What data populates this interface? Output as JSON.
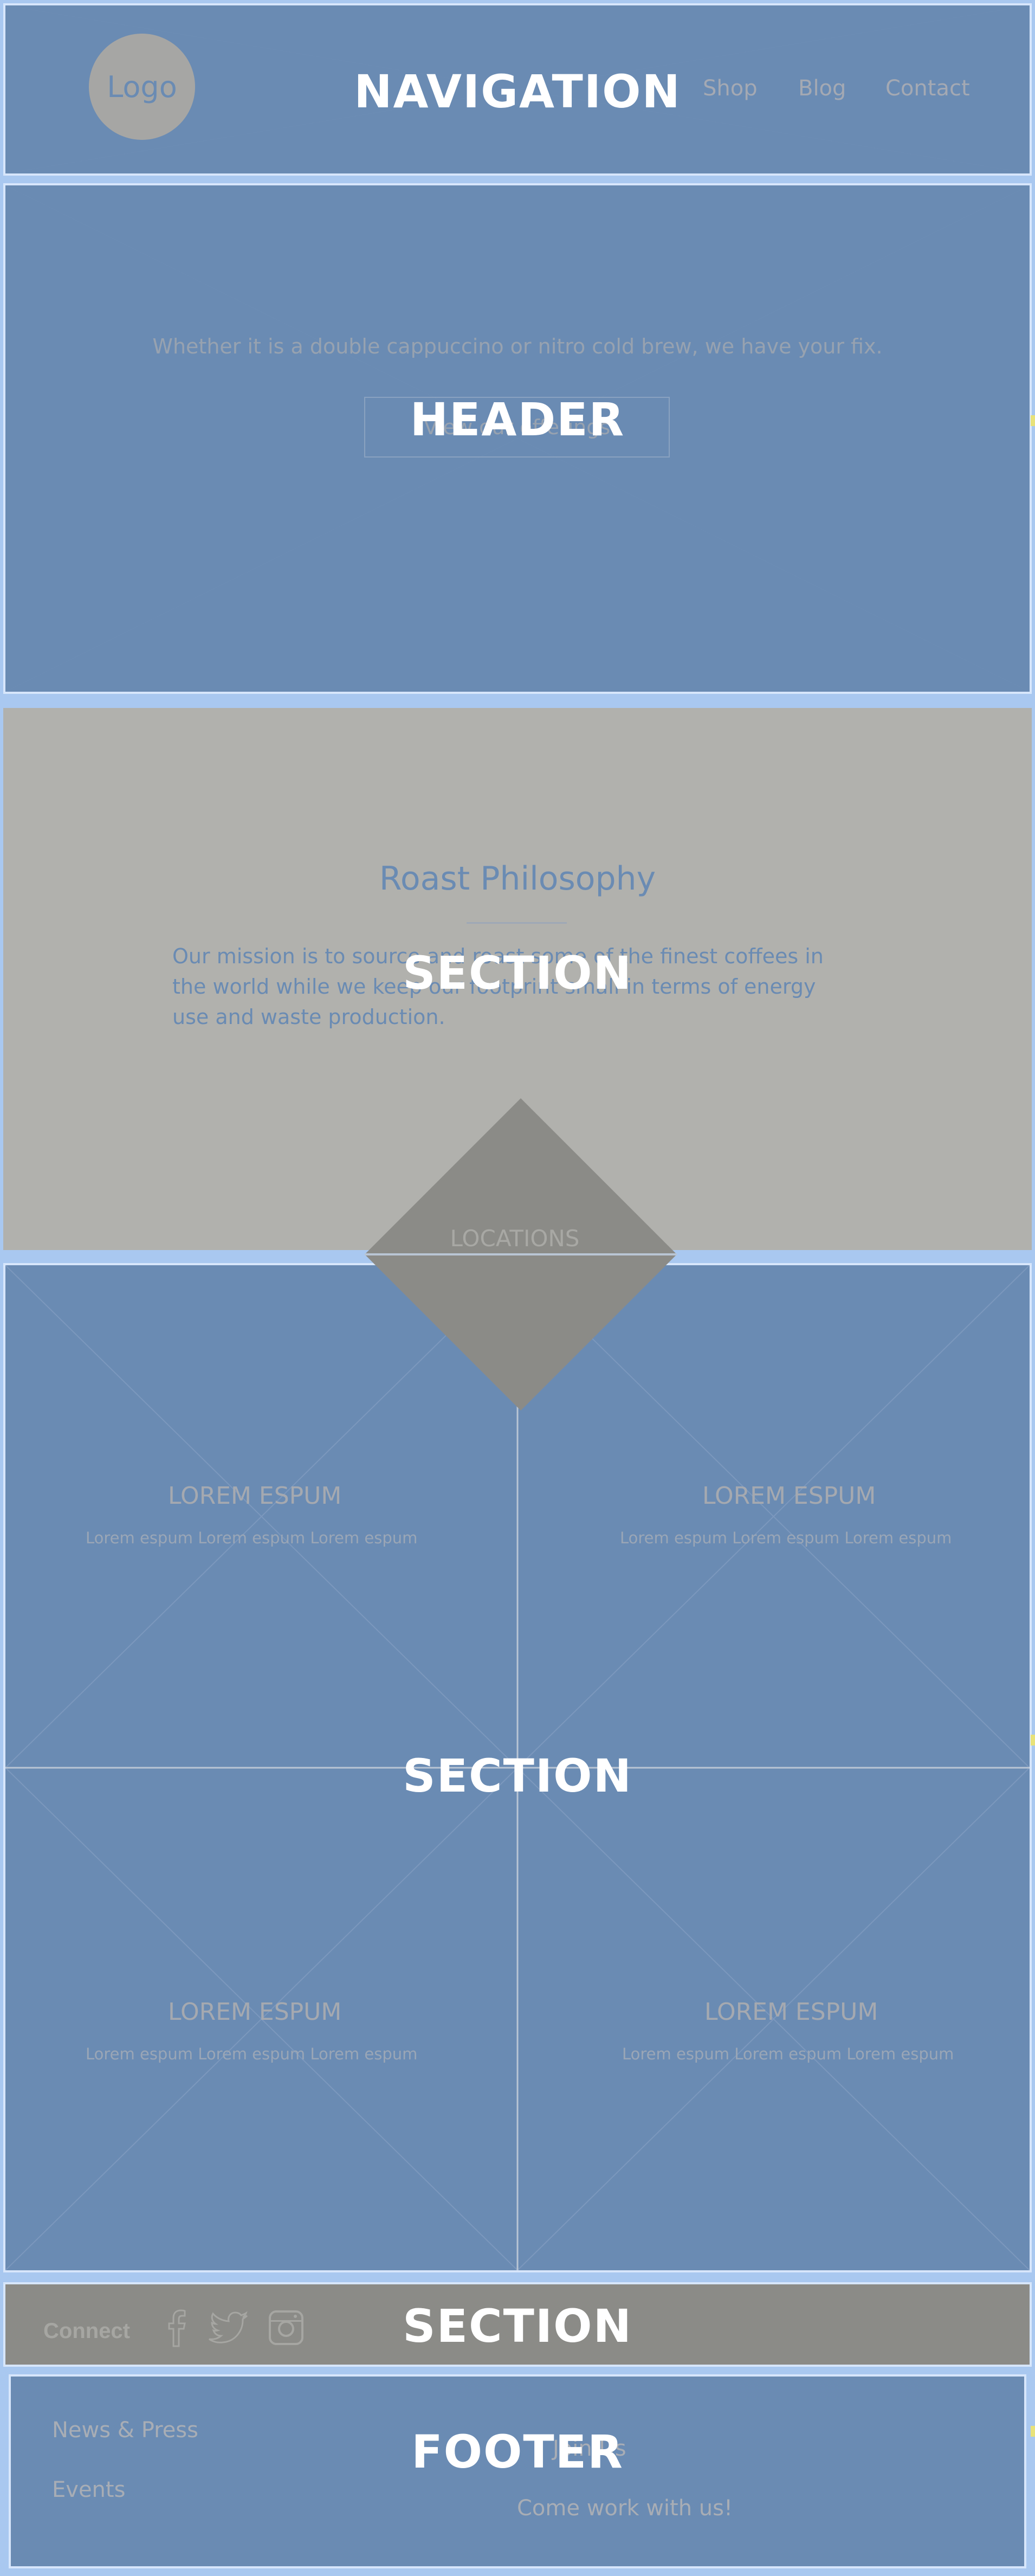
{
  "navigation": {
    "logo_text": "Logo",
    "overlay_label": "NAVIGATION",
    "links": [
      "Shop",
      "Blog",
      "Contact"
    ]
  },
  "header": {
    "overlay_label": "HEADER",
    "tagline": "Whether it is a double cappuccino or nitro cold brew, we have your fix.",
    "cta_label": "View our offerings"
  },
  "roast": {
    "overlay_label": "SECTION",
    "title": "Roast Philosophy",
    "text": "Our mission is to source and roast some of the finest coffees in the world while we keep our footprint small in terms of energy use and waste production."
  },
  "locations": {
    "diamond_label": "LOCATIONS",
    "overlay_label": "SECTION",
    "cards": [
      {
        "title": "LOREM ESPUM",
        "subtitle": "Lorem espum Lorem espum Lorem espum"
      },
      {
        "title": "LOREM ESPUM",
        "subtitle": "Lorem espum Lorem espum Lorem espum"
      },
      {
        "title": "LOREM ESPUM",
        "subtitle": "Lorem espum Lorem espum Lorem espum"
      },
      {
        "title": "LOREM ESPUM",
        "subtitle": "Lorem espum Lorem espum Lorem espum"
      }
    ]
  },
  "connect": {
    "label": "Connect",
    "overlay_label": "SECTION",
    "icons": [
      "facebook-icon",
      "twitter-icon",
      "instagram-icon"
    ]
  },
  "footer": {
    "overlay_label": "FOOTER",
    "left_links": [
      "News & Press",
      "Events"
    ],
    "right_links": [
      "Join Us",
      "Come work with us!"
    ]
  },
  "colors": {
    "wireframe_blue": "#6a8bb3",
    "section_gray": "#b1b1ad",
    "dark_gray": "#8b8b87",
    "outline": "#a9c8f0"
  }
}
